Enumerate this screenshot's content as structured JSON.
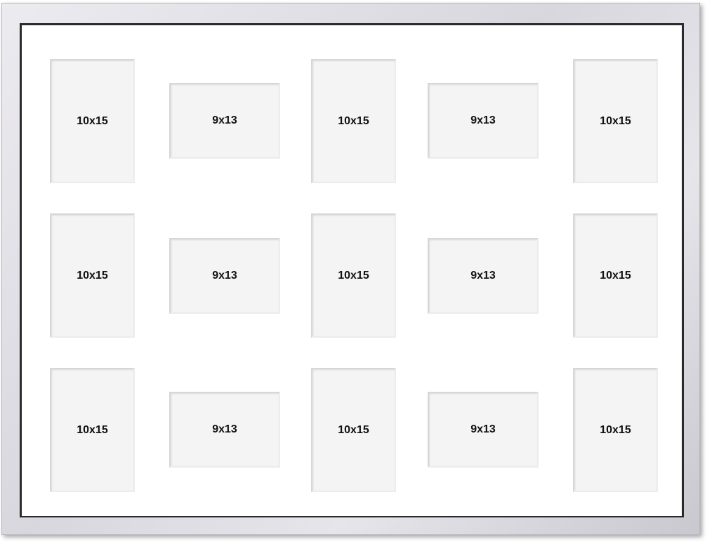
{
  "rows": [
    {
      "openings": [
        {
          "label": "10x15"
        },
        {
          "label": "9x13"
        },
        {
          "label": "10x15"
        },
        {
          "label": "9x13"
        },
        {
          "label": "10x15"
        }
      ]
    },
    {
      "openings": [
        {
          "label": "10x15"
        },
        {
          "label": "9x13"
        },
        {
          "label": "10x15"
        },
        {
          "label": "9x13"
        },
        {
          "label": "10x15"
        }
      ]
    },
    {
      "openings": [
        {
          "label": "10x15"
        },
        {
          "label": "9x13"
        },
        {
          "label": "10x15"
        },
        {
          "label": "9x13"
        },
        {
          "label": "10x15"
        }
      ]
    }
  ],
  "colors": {
    "frame": "#dcdbe1",
    "mat": "#ffffff",
    "opening": "#f4f4f5",
    "label": "#111111"
  }
}
